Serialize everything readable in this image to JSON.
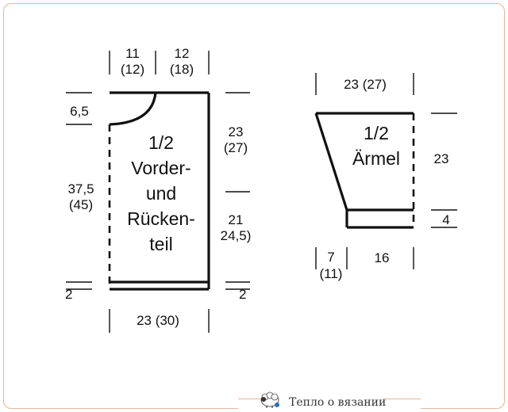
{
  "body_piece": {
    "title_lines": [
      "1/2",
      "Vorder-",
      "und",
      "Rücken-",
      "teil"
    ],
    "top_left_width": [
      "11",
      "(12)"
    ],
    "top_right_width": [
      "12",
      "(18)"
    ],
    "neck_depth": "6,5",
    "left_height": [
      "37,5",
      "(45)"
    ],
    "right_upper": [
      "23",
      "(27)"
    ],
    "right_lower": [
      "21",
      "24,5)"
    ],
    "hem_left": "2",
    "hem_right": "2",
    "bottom_width": "23 (30)"
  },
  "sleeve": {
    "title_lines": [
      "1/2",
      "Ärmel"
    ],
    "top_width": "23 (27)",
    "height": "23",
    "cuff": "4",
    "bottom_left": [
      "7",
      "(11)"
    ],
    "bottom_right": "16"
  },
  "watermark": {
    "text": "Тепло о вязании"
  }
}
